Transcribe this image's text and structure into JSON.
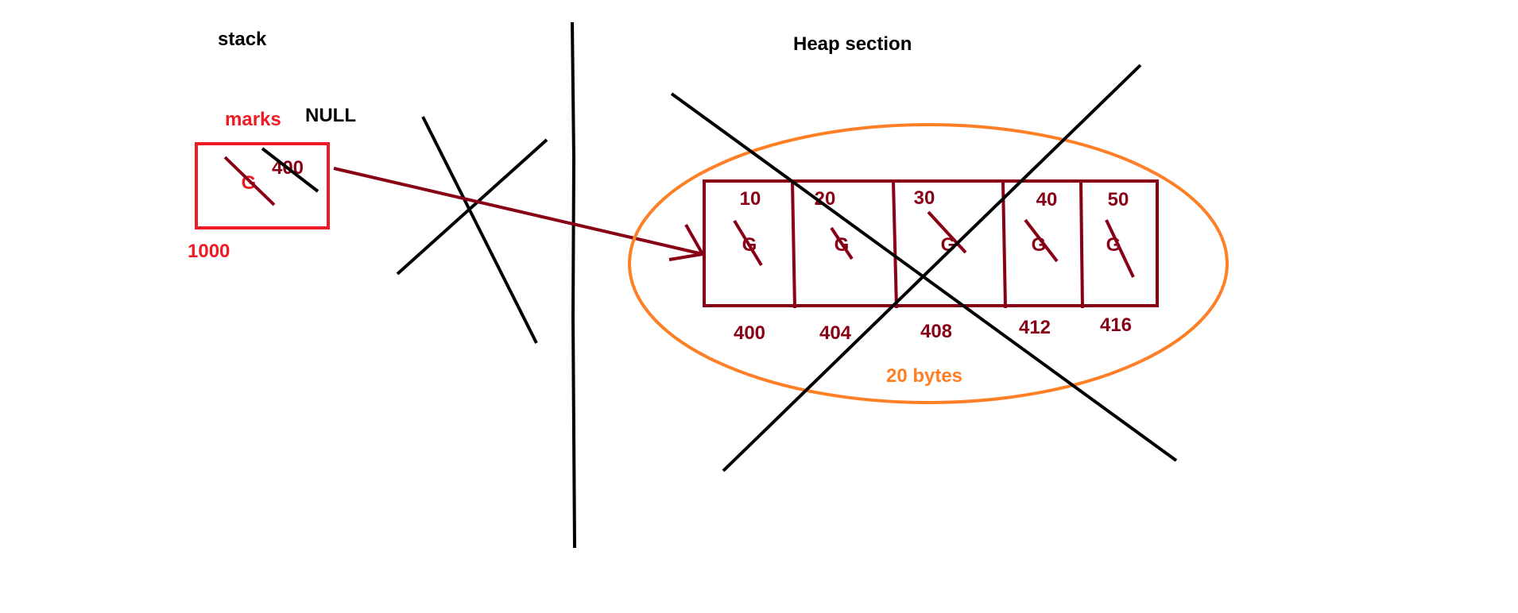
{
  "labels": {
    "stack": "stack",
    "heap": "Heap section",
    "marks": "marks",
    "null": "NULL",
    "stack_value": "400",
    "stack_address": "1000",
    "heap_size": "20 bytes"
  },
  "stack_cell_glyph": "G",
  "heap_cells": [
    {
      "value": "10",
      "address": "400",
      "glyph": "G"
    },
    {
      "value": "20",
      "address": "404",
      "glyph": "G"
    },
    {
      "value": "30",
      "address": "408",
      "glyph": "G"
    },
    {
      "value": "40",
      "address": "412",
      "glyph": "G"
    },
    {
      "value": "50",
      "address": "416",
      "glyph": "G"
    }
  ],
  "colors": {
    "ink": "#000000",
    "stack_red": "#ed1c24",
    "heap_maroon": "#880015",
    "region_orange": "#ff7f27"
  }
}
